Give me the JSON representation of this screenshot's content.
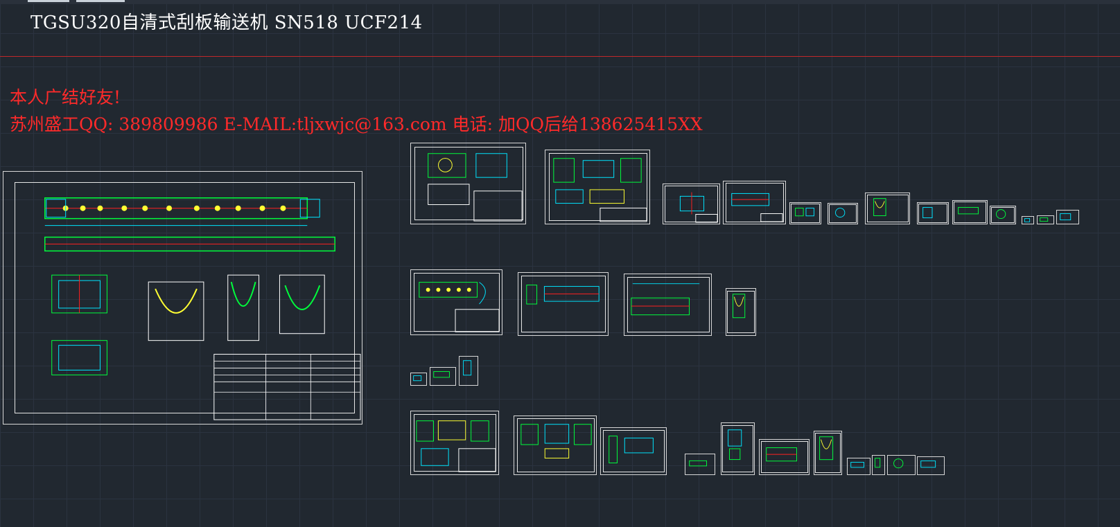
{
  "title": "TGSU320自清式刮板输送机 SN518 UCF214",
  "ad": {
    "line1": "本人广结好友!",
    "line2": "苏州盛工QQ: 389809986   E-MAIL:tljxwjc@163.com   电话: 加QQ后给138625415XX"
  },
  "colors": {
    "background": "#212830",
    "title": "#ffffff",
    "ad_text": "#ff2a2a",
    "sheet_border": "#d8d8d8",
    "cad_green": "#00ff3c",
    "cad_yellow": "#ffff33",
    "cad_cyan": "#00e5ff",
    "cad_red": "#ff2020",
    "cad_magenta": "#ff33ff"
  }
}
